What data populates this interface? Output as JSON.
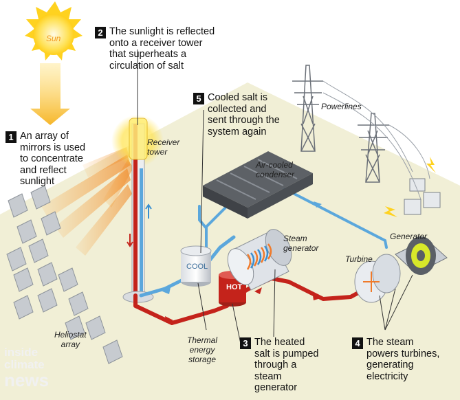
{
  "labels": {
    "sun": "Sun",
    "receiver_tower": [
      "Receiver",
      "tower"
    ],
    "powerlines": "Powerlines",
    "air_cooled_condenser": [
      "Air-cooled",
      "condenser"
    ],
    "steam_generator": [
      "Steam",
      "generator"
    ],
    "generator": "Generator",
    "turbine": "Turbine",
    "cool_tank": "COOL",
    "hot_tank": "HOT",
    "thermal_energy_storage": [
      "Thermal",
      "energy",
      "storage"
    ],
    "heliostat_array": [
      "Heliostat",
      "array"
    ]
  },
  "steps": [
    {
      "number": "1",
      "lines": [
        "An array of",
        "mirrors is used",
        "to concentrate",
        "and reflect",
        "sunlight"
      ]
    },
    {
      "number": "2",
      "lines": [
        "The sunlight is reflected",
        "onto a receiver tower",
        "that superheats a",
        "circulation of salt"
      ]
    },
    {
      "number": "3",
      "lines": [
        "The heated",
        "salt is pumped",
        "through a",
        "steam",
        "generator"
      ]
    },
    {
      "number": "4",
      "lines": [
        "The steam",
        "powers turbines,",
        "generating",
        "electricity"
      ]
    },
    {
      "number": "5",
      "lines": [
        "Cooled salt is",
        "collected and",
        "sent through the",
        "system again"
      ]
    }
  ],
  "watermark": [
    "inside",
    "climate",
    "news"
  ],
  "colors": {
    "hot_salt": "#c4231b",
    "cool_salt": "#5ba7dc",
    "ground": "#f1efd6",
    "sun": "#ffd21f",
    "ray": "#f6a23a"
  }
}
